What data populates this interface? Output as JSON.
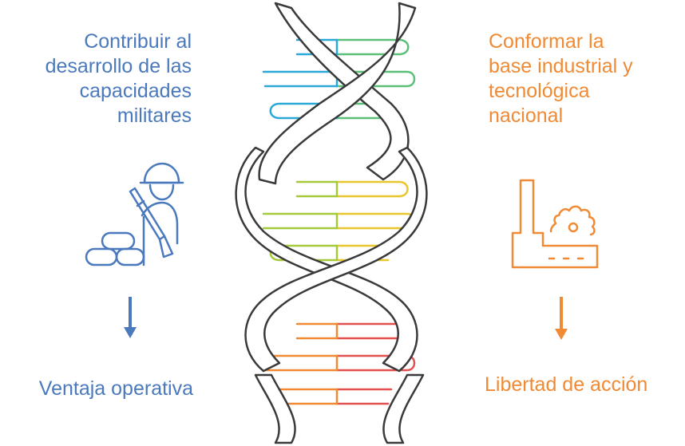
{
  "left": {
    "heading": "Contribuir al\ndesarrollo de las\ncapacidades\nmilitares",
    "outcome": "Ventaja operativa",
    "color": "#4a79bd",
    "icon": "soldier-icon"
  },
  "right": {
    "heading": "Conformar la\nbase industrial y\ntecnológica\nnacional",
    "outcome": "Libertad de acción",
    "color": "#f08a34",
    "icon": "factory-icon"
  },
  "center": {
    "icon": "dna-helix-icon",
    "rung_colors": [
      "#2aa8d8",
      "#5cbf78",
      "#a6c93a",
      "#e9c62d",
      "#f08a34",
      "#e2504f"
    ]
  }
}
